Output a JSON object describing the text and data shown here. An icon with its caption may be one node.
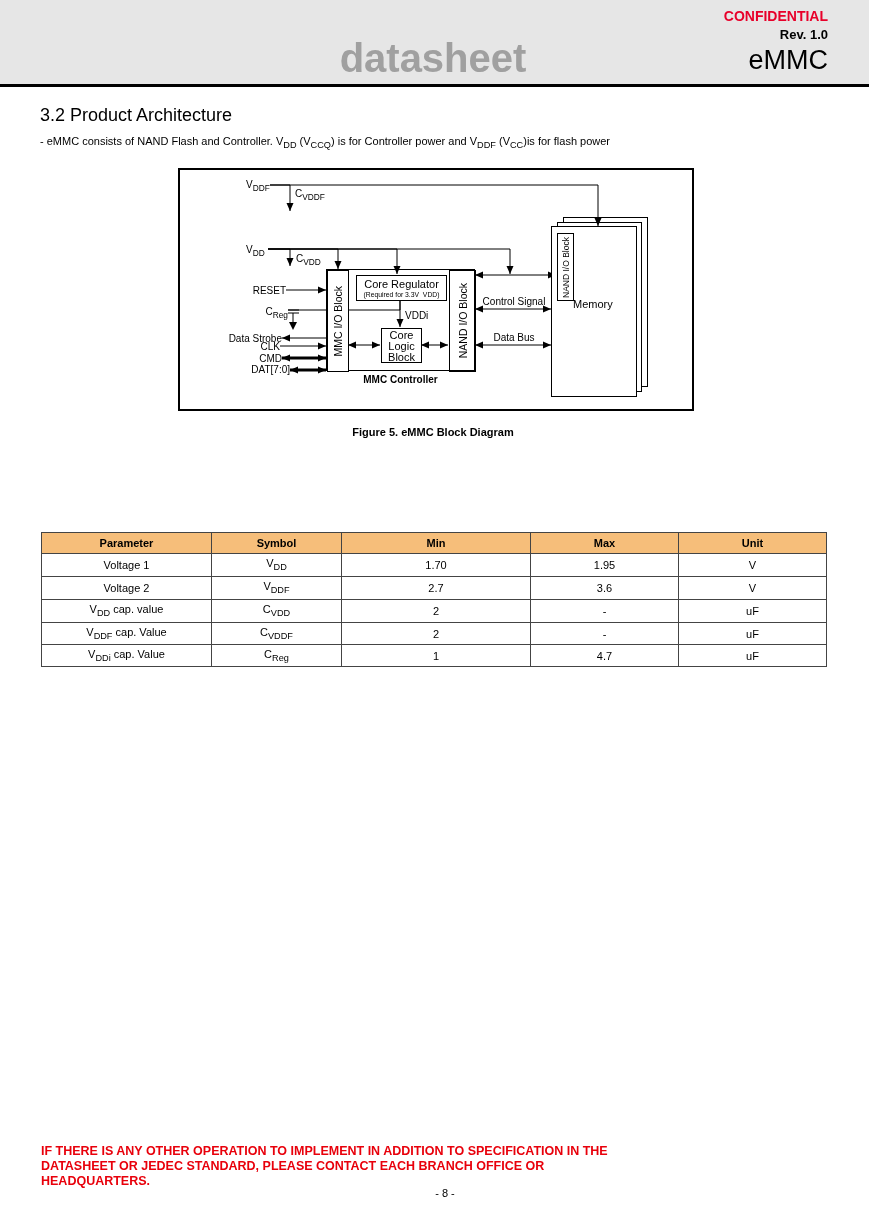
{
  "diagram": {
    "title": "3.2 Product Architecture",
    "caption": "Figure 5. eMMC Block Diagram",
    "nodes": [
      {
        "text": [
          "V$_{DDF}$"
        ]
      },
      {
        "text": [
          "V$_{DD}$"
        ]
      },
      {
        "text": [
          "MMC Controller"
        ]
      },
      {
        "text": [
          "MMC I/O Block"
        ],
        "in": 2
      },
      {
        "text": [
          "Core Regulator",
          "(Required for 3.3V  VDD)"
        ],
        "in": 2
      },
      {
        "text": [
          "Core Logic Block"
        ],
        "in": 2
      },
      {
        "text": [
          "NAND I/O Block"
        ],
        "in": 2
      },
      {
        "text": [
          "Memory"
        ]
      },
      {
        "text": [
          "NAND I/O Block"
        ],
        "in": 7
      },
      {
        "text": [
          "RESET"
        ]
      },
      {
        "text": [
          "C$_{Reg}$"
        ]
      },
      {
        "text": [
          "Data Strobe"
        ]
      },
      {
        "text": [
          "CLK"
        ]
      },
      {
        "text": [
          "CMD"
        ]
      },
      {
        "text": [
          "DAT[7:0]"
        ]
      }
    ],
    "edges": [
      {
        "from": 0,
        "to": 7,
        "arrow": "to"
      },
      {
        "from": 0,
        "to": null,
        "arrow": "to",
        "label": "C$_{VDDF}$"
      },
      {
        "from": 1,
        "to": 3,
        "arrow": "to"
      },
      {
        "from": 1,
        "to": 4,
        "arrow": "to"
      },
      {
        "from": 1,
        "to": null,
        "arrow": "to",
        "label": "C$_{VDD}$"
      },
      {
        "from": 1,
        "to": null,
        "arrow": "to"
      },
      {
        "from": 6,
        "to": 8,
        "arrow": "both"
      },
      {
        "from": 6,
        "to": 7,
        "arrow": "both",
        "label": "Control Signal"
      },
      {
        "from": 6,
        "to": 7,
        "arrow": "both",
        "label": "Data Bus"
      },
      {
        "from": 9,
        "to": 3,
        "arrow": "to"
      },
      {
        "from": 4,
        "to": 5,
        "arrow": "to",
        "label": "VDDi"
      },
      {
        "from": 3,
        "to": 5,
        "arrow": "both"
      },
      {
        "from": 6,
        "to": 5,
        "arrow": "both"
      },
      {
        "from": 3,
        "to": 11,
        "arrow": "to"
      },
      {
        "from": 12,
        "to": 3,
        "arrow": "to"
      },
      {
        "from": 13,
        "to": 3,
        "arrow": "both",
        "style": "thick"
      },
      {
        "from": 14,
        "to": 3,
        "arrow": "both",
        "style": "thick"
      },
      {
        "from": 10,
        "to": 3,
        "arrow": "none"
      },
      {
        "from": 3,
        "to": 4,
        "arrow": "none"
      }
    ],
    "labels": [
      "CONFIDENTIAL",
      "Rev. 1.0",
      "datasheet",
      "eMMC",
      "- eMMC consists of NAND Flash and Controller. V$_{DD}$ (V$_{CCQ}$) is for Controller power and V$_{DDF}$ (V$_{CC}$)is for flash power",
      "Parameter",
      "Symbol",
      "Min",
      "Max",
      "Unit",
      "Voltage 1",
      "V$_{DD}$",
      "1.70",
      "1.95",
      "V",
      "Voltage 2",
      "V$_{DDF}$",
      "2.7",
      "3.6",
      "V",
      "V$_{DD}$ cap. value",
      "C$_{VDD}$",
      "2",
      "-",
      "uF",
      "V$_{DDF}$ cap. Value",
      "C$_{VDDF}$",
      "2",
      "-",
      "uF",
      "V$_{DDi}$ cap. Value",
      "C$_{Reg}$",
      "1",
      "4.7",
      "uF",
      "IF THERE IS ANY OTHER OPERATION TO IMPLEMENT IN ADDITION TO SPECIFICATION IN THE DATASHEET OR JEDEC STANDARD, PLEASE CONTACT EACH BRANCH OFFICE OR HEADQUARTERS.",
      "- 8 -"
    ]
  }
}
